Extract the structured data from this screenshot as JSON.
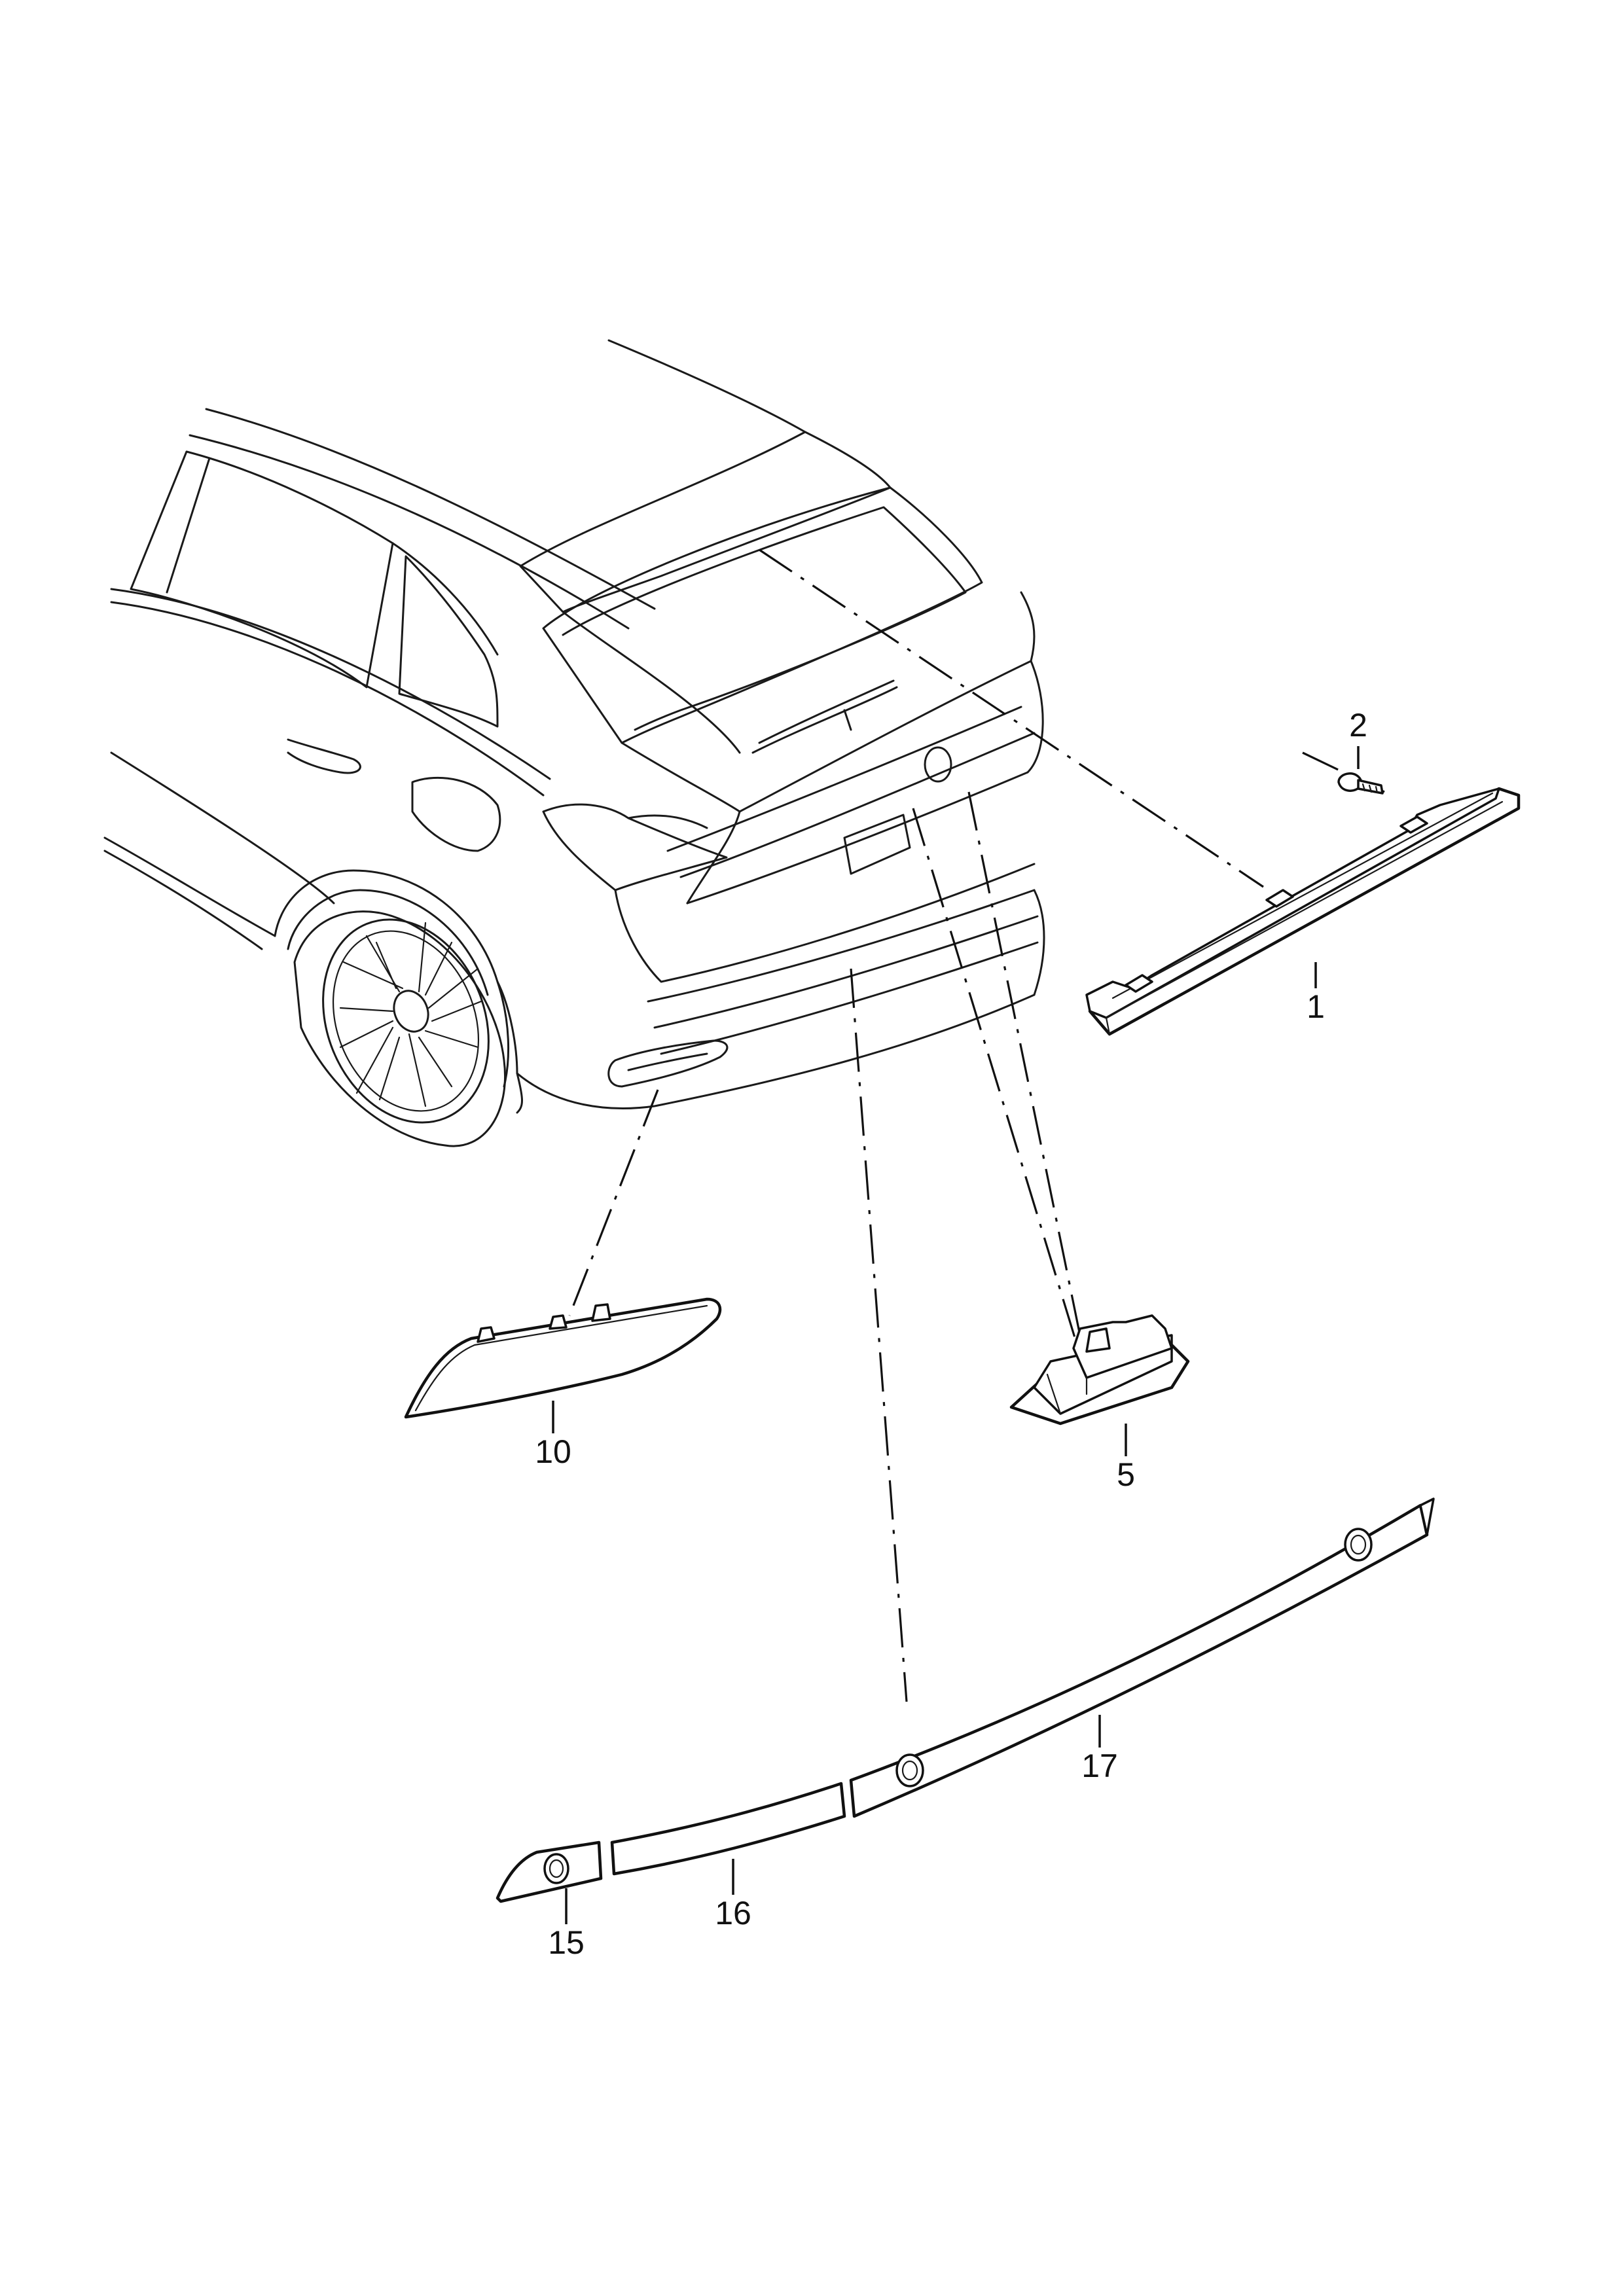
{
  "callouts": [
    {
      "id": "p1",
      "label": "1"
    },
    {
      "id": "p2",
      "label": "2"
    },
    {
      "id": "p5",
      "label": "5"
    },
    {
      "id": "p10",
      "label": "10"
    },
    {
      "id": "p15",
      "label": "15"
    },
    {
      "id": "p16",
      "label": "16"
    },
    {
      "id": "p17",
      "label": "17"
    }
  ]
}
